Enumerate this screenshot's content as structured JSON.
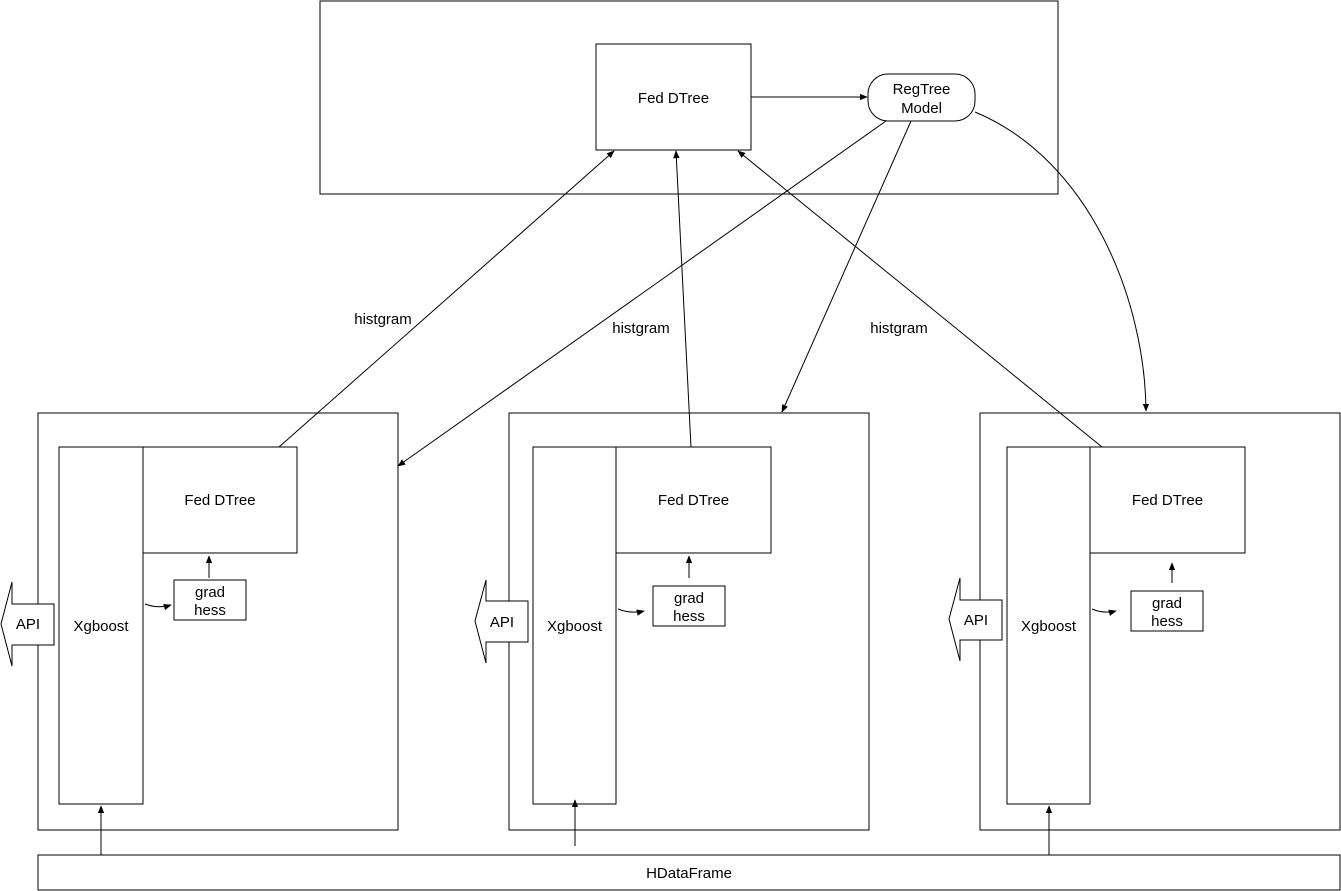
{
  "colors": {
    "stroke": "#000000",
    "background": "#ffffff"
  },
  "server": {
    "fed_dtree_label": "Fed DTree",
    "model_label_line1": "RegTree",
    "model_label_line2": "Model"
  },
  "edge_labels": [
    "histgram",
    "histgram",
    "histgram"
  ],
  "clients": [
    {
      "fed_dtree_label": "Fed DTree",
      "xgboost_label": "Xgboost",
      "grad_label": "grad",
      "hess_label": "hess",
      "api_label": "API"
    },
    {
      "fed_dtree_label": "Fed DTree",
      "xgboost_label": "Xgboost",
      "grad_label": "grad",
      "hess_label": "hess",
      "api_label": "API"
    },
    {
      "fed_dtree_label": "Fed DTree",
      "xgboost_label": "Xgboost",
      "grad_label": "grad",
      "hess_label": "hess",
      "api_label": "API"
    }
  ],
  "dataframe_label": "HDataFrame"
}
